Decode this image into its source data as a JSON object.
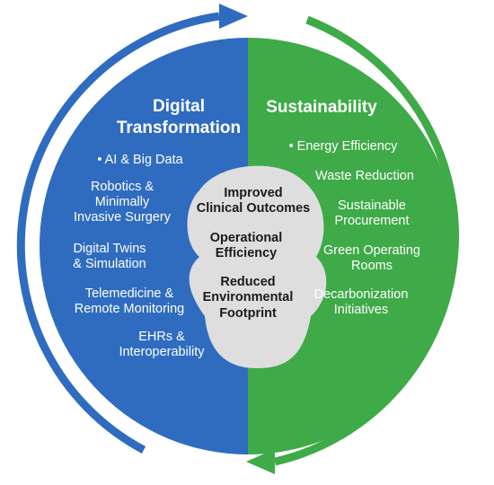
{
  "colors": {
    "digital": "#2f6cc0",
    "sustainability": "#3faa48",
    "center": "#dedede",
    "center_text": "#1a1a1a"
  },
  "left_column": {
    "heading_lines": [
      "Digital",
      "Transformation"
    ],
    "items": [
      {
        "lines": [
          "• AI & Big Data"
        ]
      },
      {
        "lines": [
          "Robotics &",
          "Minimally",
          "Invasive Surgery"
        ]
      },
      {
        "lines": [
          "Digital Twins",
          "& Simulation"
        ]
      },
      {
        "lines": [
          "Telemedicine &",
          "Remote Monitoring"
        ]
      },
      {
        "lines": [
          "EHRs &",
          "Interoperability"
        ]
      }
    ]
  },
  "right_column": {
    "heading_lines": [
      "Sustainability"
    ],
    "items": [
      {
        "lines": [
          "• Energy Efficiency"
        ]
      },
      {
        "lines": [
          "Waste Reduction"
        ]
      },
      {
        "lines": [
          "Sustainable",
          "Procurement"
        ]
      },
      {
        "lines": [
          "Green Operating",
          "Rooms"
        ]
      },
      {
        "lines": [
          "Decarbonization",
          "Initiatives"
        ]
      }
    ]
  },
  "center_outcomes": [
    {
      "lines": [
        "Improved",
        "Clinical Outcomes"
      ]
    },
    {
      "lines": [
        "Operational",
        "Efficiency"
      ]
    },
    {
      "lines": [
        "Reduced",
        "Environmental",
        "Footprint"
      ]
    }
  ]
}
